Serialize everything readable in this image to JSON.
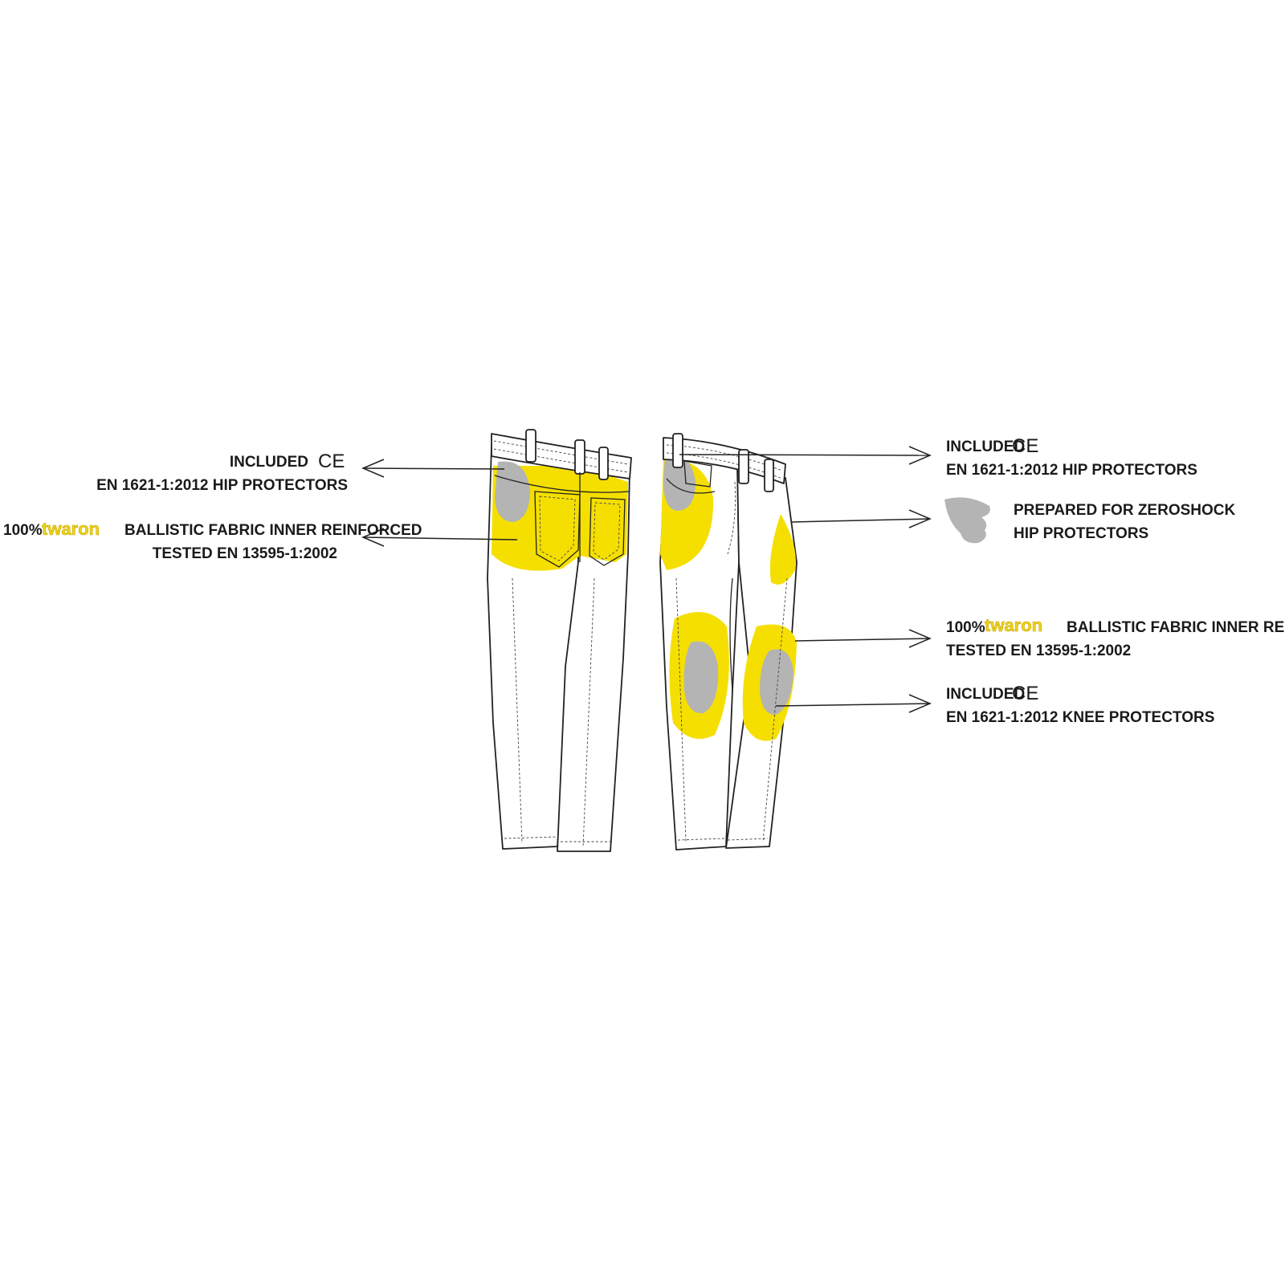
{
  "callouts": {
    "left_hip": {
      "line1": "INCLUDED",
      "mark": "CE",
      "line2": "EN 1621-1:2012 HIP PROTECTORS"
    },
    "left_twaron": {
      "prefix": "100%",
      "brand": "twaron",
      "line1_rest": "BALLISTIC FABRIC INNER REINFORCED",
      "line2": "TESTED EN 13595-1:2002"
    },
    "right_hip": {
      "line1": "INCLUDED",
      "mark": "CE",
      "line2": "EN 1621-1:2012 HIP PROTECTORS"
    },
    "zeroshock": {
      "line1": "PREPARED FOR ZEROSHOCK",
      "line2": "HIP PROTECTORS"
    },
    "right_twaron": {
      "prefix": "100%",
      "brand": "twaron",
      "line1_rest": "BALLISTIC FABRIC INNER REINFORCED",
      "line2": "TESTED EN 13595-1:2002"
    },
    "knee": {
      "line1": "INCLUDED",
      "mark": "CE",
      "line2": "EN 1621-1:2012 KNEE PROTECTORS"
    }
  },
  "colors": {
    "reinforcement_yellow": "#f5df00",
    "protector_grey": "#b4b4b4",
    "line_color": "#222222"
  },
  "icons": [
    "ce-mark-icon",
    "zeroshock-protector-icon",
    "arrow-icon"
  ]
}
